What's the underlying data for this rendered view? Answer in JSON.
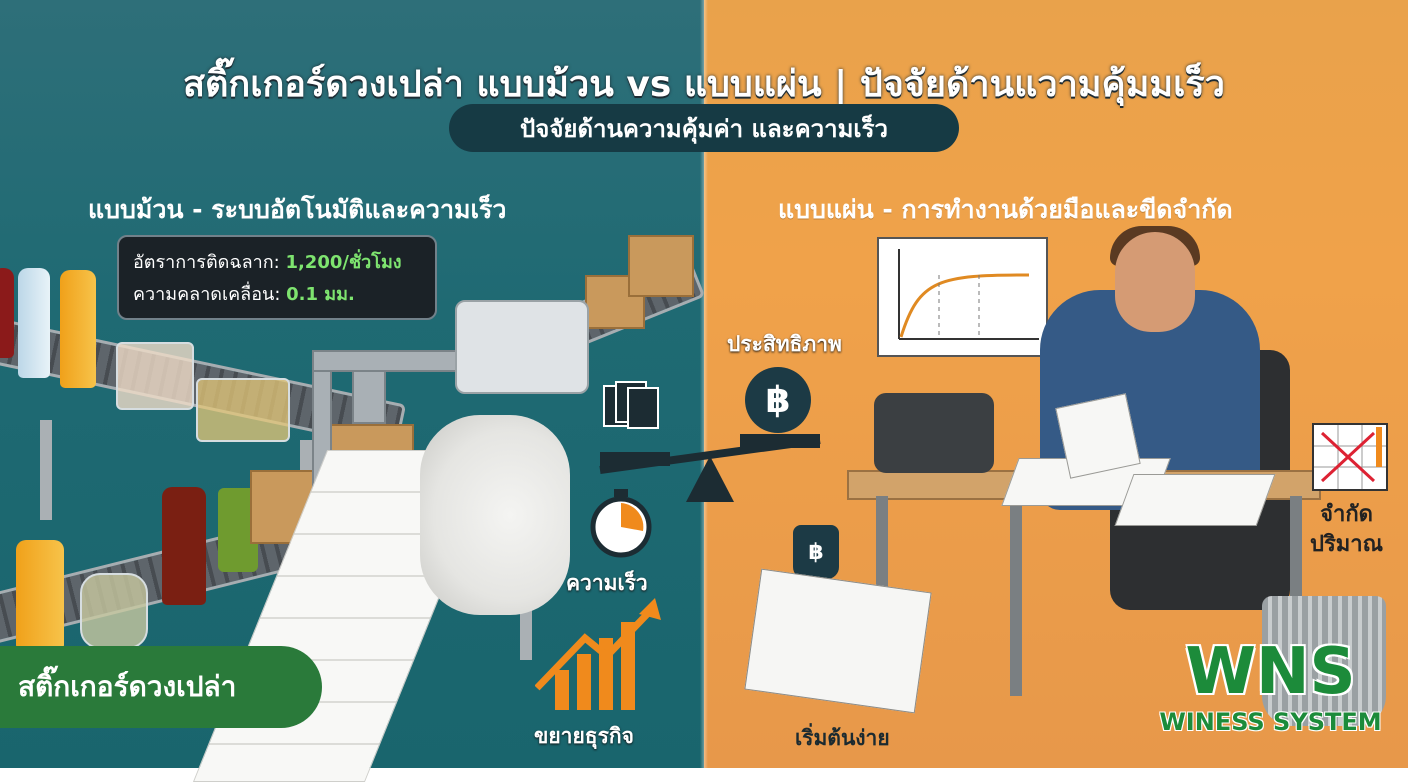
{
  "header": {
    "title": "สติ๊กเกอร์ดวงเปล่า แบบม้วน vs แบบแผ่น | ปัจจัยด้านแวามคุ้มมเร็ว",
    "subtitle": "ปัจจัยด้านความคุ้มค่า และความเร็ว"
  },
  "left_panel": {
    "heading": "แบบม้วน - ระบบอัตโนมัติและความเร็ว",
    "stats": {
      "rate_label": "อัตราการติดฉลาก:",
      "rate_value": "1,200/ชั่วโมง",
      "error_label": "ความคลาดเคลื่อน:",
      "error_value": "0.1 มม."
    },
    "tag": "สติ๊กเกอร์ดวงเปล่า"
  },
  "center": {
    "efficiency_label": "ประสิทธิภาพ",
    "coin_symbol": "฿",
    "speed_label": "ความเร็ว",
    "growth_label": "ขยายธุรกิจ"
  },
  "right_panel": {
    "heading": "แบบแผ่น - การทำงานด้วยมือและขีดจำกัด",
    "weight_symbol": "฿",
    "easy_start_label": "เริ่มต้นง่าย",
    "limit_label_1": "จำกัด",
    "limit_label_2": "ปริมาณ"
  },
  "brand": {
    "logo": "WNS",
    "name": "WINESS SYSTEM"
  },
  "colors": {
    "left_bg": "#1f6a73",
    "right_bg": "#f0a24a",
    "accent_green": "#7ee46f",
    "tag_green": "#2a7a3a",
    "brand_green": "#1c8b3a"
  }
}
